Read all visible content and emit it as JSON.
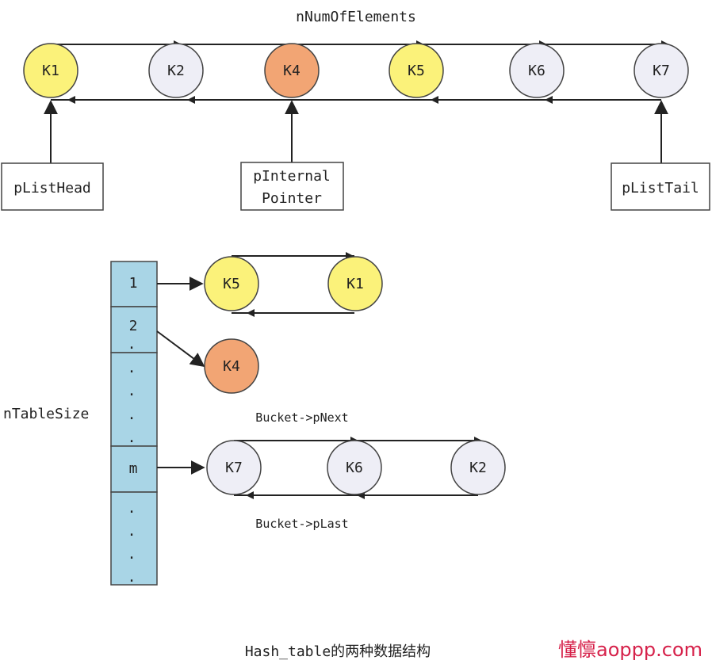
{
  "top_list": {
    "title": "nNumOfElements",
    "nodes": [
      {
        "label": "K1",
        "color": "#fbf27a"
      },
      {
        "label": "K2",
        "color": "#eeeef6"
      },
      {
        "label": "K4",
        "color": "#f2a574"
      },
      {
        "label": "K5",
        "color": "#fbf27a"
      },
      {
        "label": "K6",
        "color": "#eeeef6"
      },
      {
        "label": "K7",
        "color": "#eeeef6"
      }
    ],
    "pointers": {
      "head": "pListHead",
      "internal_line1": "pInternal",
      "internal_line2": "Pointer",
      "tail": "pListTail"
    }
  },
  "hash_table": {
    "size_label": "nTableSize",
    "slot_color": "#a9d5e6",
    "slots": [
      "1",
      "2",
      "m"
    ],
    "dot": ".",
    "bucket_1": [
      {
        "label": "K5",
        "color": "#fbf27a"
      },
      {
        "label": "K1",
        "color": "#fbf27a"
      }
    ],
    "bucket_2": [
      {
        "label": "K4",
        "color": "#f2a574"
      }
    ],
    "bucket_m": [
      {
        "label": "K7",
        "color": "#eeeef6"
      },
      {
        "label": "K6",
        "color": "#eeeef6"
      },
      {
        "label": "K2",
        "color": "#eeeef6"
      }
    ],
    "next_label": "Bucket->pNext",
    "last_label": "Bucket->pLast"
  },
  "caption": "Hash_table的两种数据结构",
  "watermark": "懂懔aoppp.com"
}
